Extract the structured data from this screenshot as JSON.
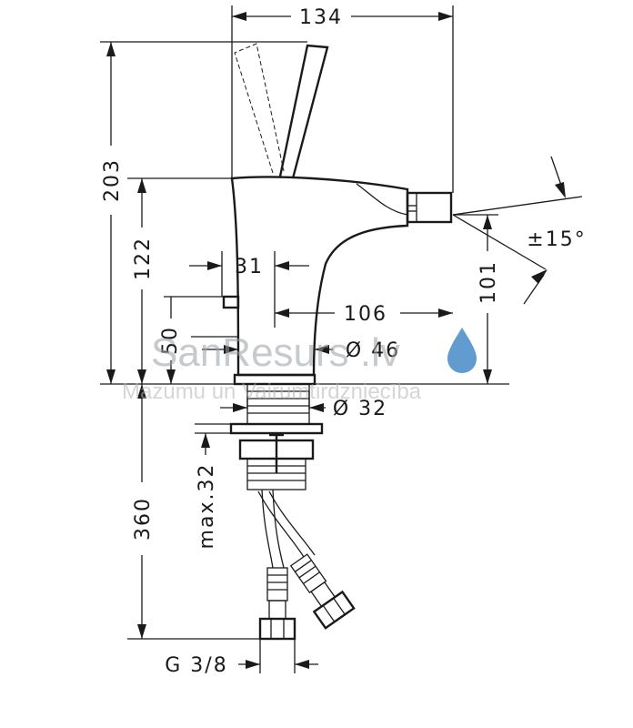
{
  "dimensions": {
    "width_total": "134",
    "height_total": "203",
    "height_spout": "122",
    "offset_lever": "31",
    "spout_reach": "106",
    "lift_rod_height": "50",
    "diameter_body": "Ø 46",
    "spout_height": "101",
    "swivel_angle": "±15°",
    "diameter_shank": "Ø 32",
    "max_thickness": "max.32",
    "hose_length": "360",
    "thread": "G 3/8"
  },
  "watermark": {
    "brand": "SanResurs .lv",
    "tagline": "Mazumu un Vairumtirdzniecība",
    "drop_color": "#3b82c4"
  }
}
